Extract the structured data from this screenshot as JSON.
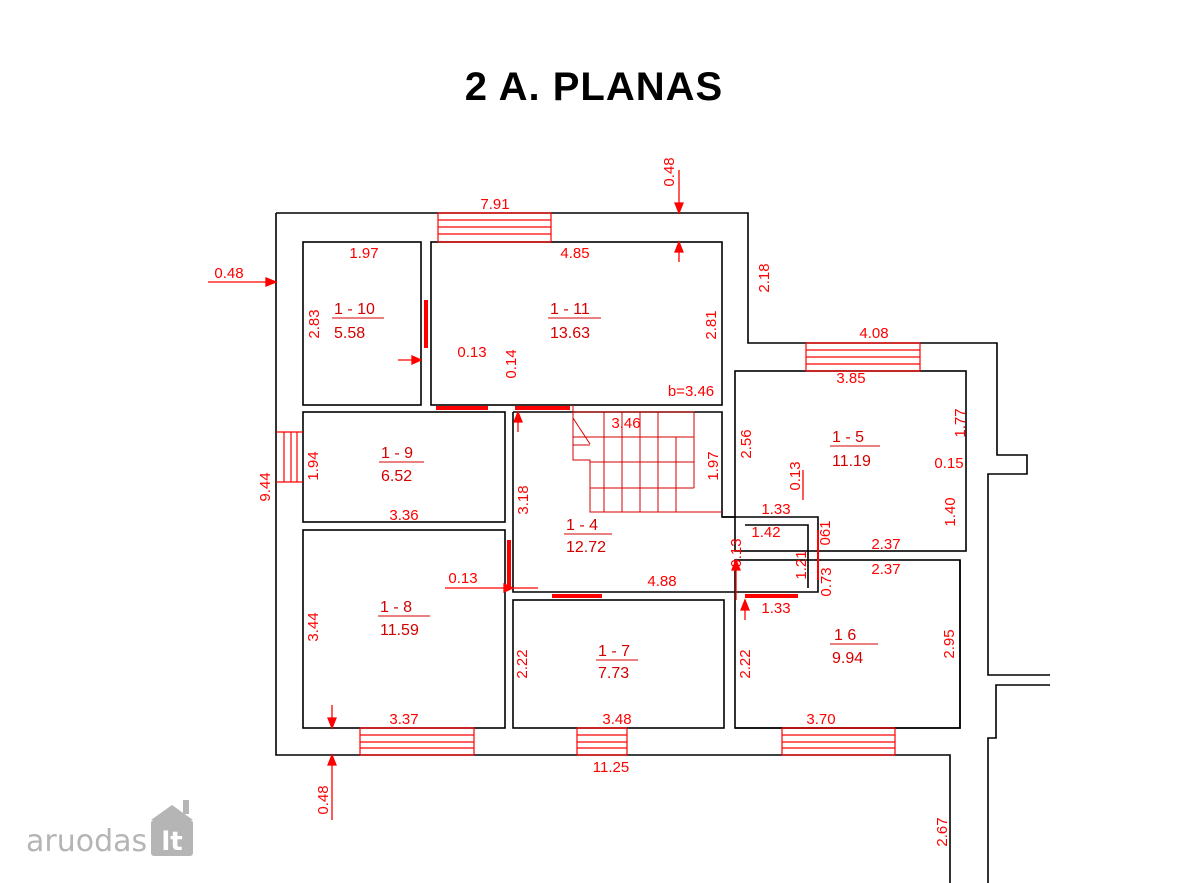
{
  "title": "2 A. PLANAS",
  "colors": {
    "wall": "#000000",
    "dimension": "#ff0000",
    "watermark": "#b5b5b5"
  },
  "rooms": [
    {
      "id": "1 - 10",
      "area": "5.58"
    },
    {
      "id": "1 - 11",
      "area": "13.63"
    },
    {
      "id": "1 - 9",
      "area": "6.52"
    },
    {
      "id": "1 - 4",
      "area": "12.72"
    },
    {
      "id": "1 - 5",
      "area": "11.19"
    },
    {
      "id": "1 - 8",
      "area": "11.59"
    },
    {
      "id": "1 - 7",
      "area": "7.73"
    },
    {
      "id": "1 6",
      "area": "9.94"
    }
  ],
  "dims": {
    "top_window": "7.91",
    "top_wall": "0.48",
    "left_wall": "0.48",
    "r10_width": "1.97",
    "r11_width": "4.85",
    "r10_height": "2.83",
    "r11_height": "2.81",
    "partition": "0.13",
    "wall_014": "0.14",
    "stair_b": "b=3.46",
    "right_upper": "2.18",
    "window_408": "4.08",
    "r5_width": "3.85",
    "stair_width": "3.46",
    "r5_177": "1.77",
    "r5_256": "2.56",
    "stair_197": "1.97",
    "r5_015": "0.15",
    "r5_013": "0.13",
    "r9_194": "1.94",
    "total_height": "9.44",
    "r5_140": "1.40",
    "r9_width": "3.36",
    "corr_318": "3.18",
    "niche_133": "1.33",
    "niche_142": "1.42",
    "niche_061": "061",
    "r5_237": "2.37",
    "niche_013": "0.13",
    "r8_013": "0.13",
    "r4_width": "4.88",
    "niche_121": "1.21",
    "r6_237": "2.37",
    "niche_073": "0.73",
    "r6_133": "1.33",
    "r8_height": "3.44",
    "r7_222": "2.22",
    "r6_222": "2.22",
    "r6_295": "2.95",
    "r8_width": "3.37",
    "r7_width": "3.48",
    "r6_width": "3.70",
    "bottom_wall": "0.48",
    "total_width": "11.25",
    "ext_267": "2.67"
  },
  "watermark": {
    "brand": "aruodas",
    "tld": "lt"
  }
}
